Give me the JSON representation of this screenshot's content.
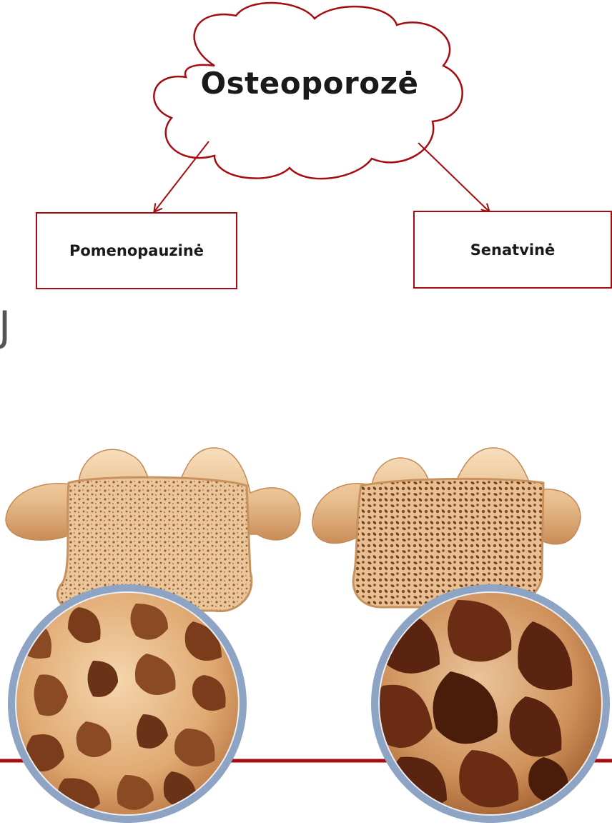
{
  "diagram": {
    "title": "Osteoporozė",
    "types": [
      {
        "label": "Pomenopauzinė"
      },
      {
        "label": "Senatvinė"
      }
    ],
    "edge_glyph": "J"
  },
  "colors": {
    "accent": "#a50d12",
    "bone_light": "#f3d8b2",
    "bone_mid": "#d9a874",
    "bone_dark": "#8a4a24",
    "pore_dark": "#5a2410",
    "lens_rim": "#8ea4c4"
  },
  "illustration": {
    "left": "vertebra-normal-bone",
    "right": "vertebra-osteoporotic-bone"
  }
}
